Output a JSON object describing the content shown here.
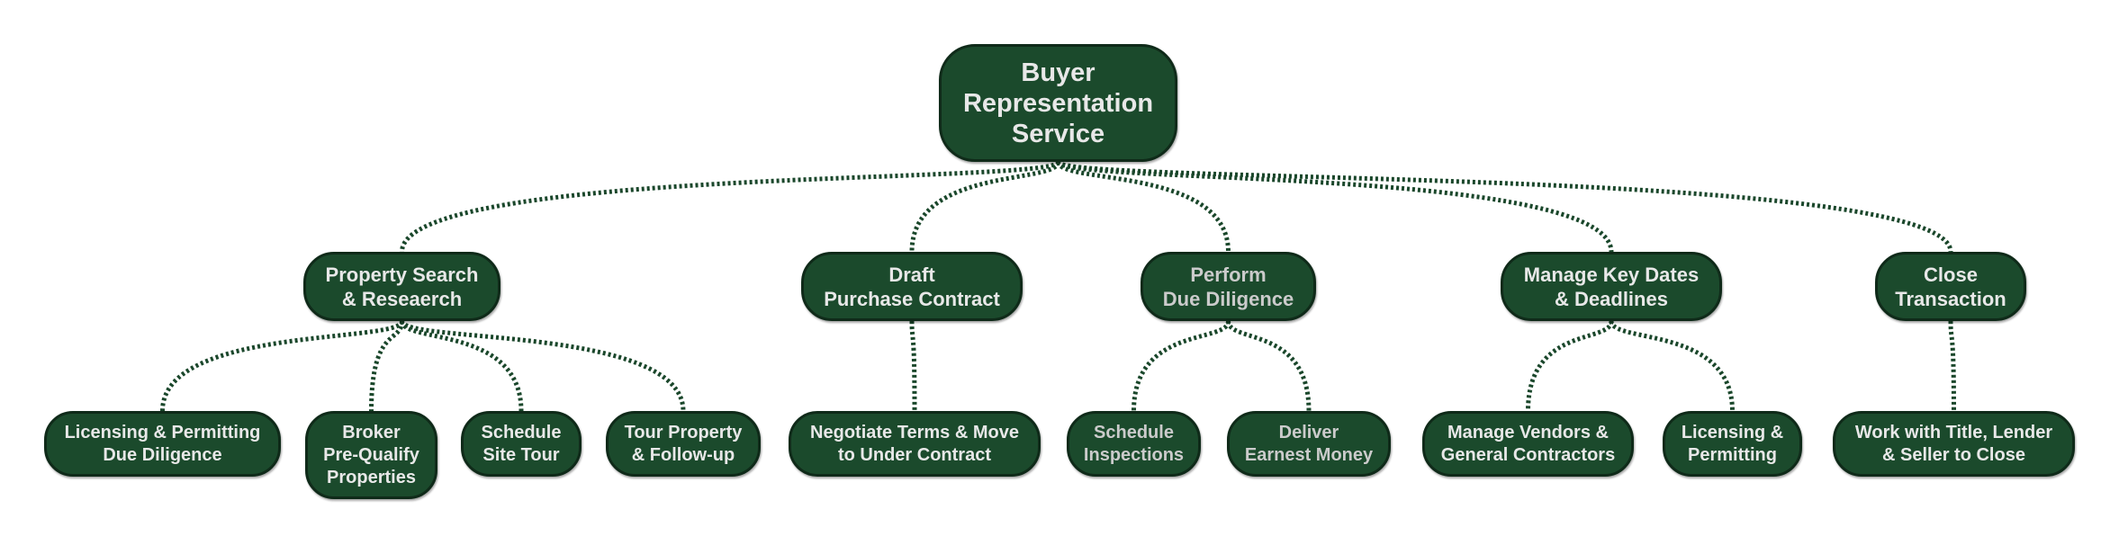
{
  "diagram": {
    "type": "org-tree",
    "colors": {
      "node_fill": "#1b4a2c",
      "node_border": "#0f2a19",
      "node_text": "#e8e8e8",
      "node_text_dim": "#cbcbcb",
      "connector": "#1a472b",
      "background": "#ffffff"
    },
    "root": {
      "id": "root",
      "label": "Buyer\nRepresentation\nService"
    },
    "level1": [
      {
        "id": "property-search",
        "label": "Property Search\n& Reseaerch",
        "parent": "root"
      },
      {
        "id": "draft-purchase-contract",
        "label": "Draft\nPurchase Contract",
        "parent": "root"
      },
      {
        "id": "perform-due-diligence",
        "label": "Perform\nDue Diligence",
        "parent": "root",
        "dim": true
      },
      {
        "id": "manage-key-dates",
        "label": "Manage Key Dates\n& Deadlines",
        "parent": "root"
      },
      {
        "id": "close-transaction",
        "label": "Close\nTransaction",
        "parent": "root"
      }
    ],
    "level2": [
      {
        "id": "licensing-permitting-due-diligence",
        "label": "Licensing & Permitting\nDue Diligence",
        "parent": "property-search"
      },
      {
        "id": "broker-pre-qualify",
        "label": "Broker\nPre-Qualify\nProperties",
        "parent": "property-search"
      },
      {
        "id": "schedule-site-tour",
        "label": "Schedule\nSite Tour",
        "parent": "property-search"
      },
      {
        "id": "tour-property",
        "label": "Tour Property\n& Follow-up",
        "parent": "property-search"
      },
      {
        "id": "negotiate-terms",
        "label": "Negotiate Terms & Move\nto Under Contract",
        "parent": "draft-purchase-contract"
      },
      {
        "id": "schedule-inspections",
        "label": "Schedule\nInspections",
        "parent": "perform-due-diligence",
        "dim": true
      },
      {
        "id": "deliver-earnest-money",
        "label": "Deliver\nEarnest Money",
        "parent": "perform-due-diligence",
        "dim": true
      },
      {
        "id": "manage-vendors",
        "label": "Manage Vendors &\nGeneral Contractors",
        "parent": "manage-key-dates"
      },
      {
        "id": "licensing-permitting",
        "label": "Licensing &\nPermitting",
        "parent": "manage-key-dates"
      },
      {
        "id": "work-with-title",
        "label": "Work with Title, Lender\n& Seller to Close",
        "parent": "close-transaction"
      }
    ]
  }
}
